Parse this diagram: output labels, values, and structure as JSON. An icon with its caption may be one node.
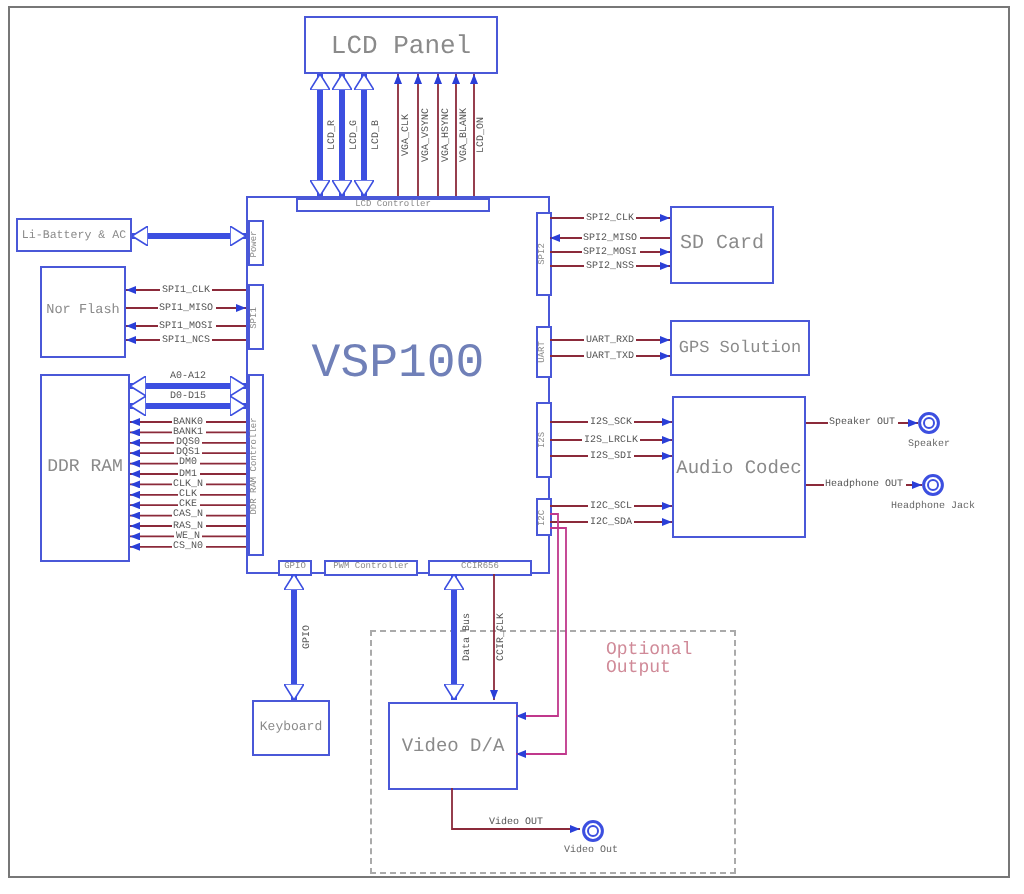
{
  "diagram": {
    "nodes": [
      {
        "text": [
          "LCD Panel"
        ]
      },
      {
        "text": [
          "VSP100"
        ]
      },
      {
        "text": [
          "LCD Controller"
        ],
        "in": 1
      },
      {
        "text": [
          "Power"
        ],
        "in": 1
      },
      {
        "text": [
          "SPI1"
        ],
        "in": 1
      },
      {
        "text": [
          "DDR RAM Controller"
        ],
        "in": 1
      },
      {
        "text": [
          "GPIO"
        ],
        "in": 1
      },
      {
        "text": [
          "PWM Controller"
        ],
        "in": 1
      },
      {
        "text": [
          "CCIR656"
        ],
        "in": 1
      },
      {
        "text": [
          "SPI2"
        ],
        "in": 1
      },
      {
        "text": [
          "UART"
        ],
        "in": 1
      },
      {
        "text": [
          "I2S"
        ],
        "in": 1
      },
      {
        "text": [
          "I2C"
        ],
        "in": 1
      },
      {
        "text": [
          "Li-Battery & AC"
        ]
      },
      {
        "text": [
          "Nor Flash"
        ]
      },
      {
        "text": [
          "DDR RAM"
        ]
      },
      {
        "text": [
          "SD Card"
        ]
      },
      {
        "text": [
          "GPS Solution"
        ]
      },
      {
        "text": [
          "Audio Codec"
        ]
      },
      {
        "text": [
          "Keyboard"
        ]
      },
      {
        "text": [
          "Optional Output"
        ]
      },
      {
        "text": [
          "Video D/A"
        ],
        "in": 20
      },
      {
        "text": [],
        "shape": "circle",
        "beside": [
          "Speaker"
        ]
      },
      {
        "text": [],
        "shape": "circle",
        "beside": [
          "Headphone Jack"
        ]
      },
      {
        "text": [],
        "shape": "circle",
        "beside": [
          "Video Out"
        ],
        "in": 20
      }
    ],
    "edges": [
      {
        "from": 2,
        "to": 0,
        "arrow": "both",
        "label": "LCD_R",
        "style": "thick",
        "color": "#3c4fe0"
      },
      {
        "from": 2,
        "to": 0,
        "arrow": "both",
        "label": "LCD_G",
        "style": "thick",
        "color": "#3c4fe0"
      },
      {
        "from": 2,
        "to": 0,
        "arrow": "both",
        "label": "LCD_B",
        "style": "thick",
        "color": "#3c4fe0"
      },
      {
        "from": 2,
        "to": 0,
        "arrow": "to",
        "label": "VGA_CLK"
      },
      {
        "from": 2,
        "to": 0,
        "arrow": "to",
        "label": "VGA_VSYNC"
      },
      {
        "from": 2,
        "to": 0,
        "arrow": "to",
        "label": "VGA_HSYNC"
      },
      {
        "from": 2,
        "to": 0,
        "arrow": "to",
        "label": "VGA_BLANK"
      },
      {
        "from": 2,
        "to": 0,
        "arrow": "to",
        "label": "LCD_ON"
      },
      {
        "from": 13,
        "to": 3,
        "arrow": "both",
        "style": "thick",
        "color": "#3c4fe0"
      },
      {
        "from": 4,
        "to": 14,
        "arrow": "to",
        "label": "SPI1_CLK"
      },
      {
        "from": 14,
        "to": 4,
        "arrow": "to",
        "label": "SPI1_MISO"
      },
      {
        "from": 4,
        "to": 14,
        "arrow": "to",
        "label": "SPI1_MOSI"
      },
      {
        "from": 4,
        "to": 14,
        "arrow": "to",
        "label": "SPI1_NCS"
      },
      {
        "from": 5,
        "to": 15,
        "arrow": "both",
        "label": "A0-A12",
        "style": "thick",
        "color": "#3c4fe0"
      },
      {
        "from": 5,
        "to": 15,
        "arrow": "both",
        "label": "D0-D15",
        "style": "thick",
        "color": "#3c4fe0"
      },
      {
        "from": 5,
        "to": 15,
        "arrow": "to",
        "label": "BANK0"
      },
      {
        "from": 5,
        "to": 15,
        "arrow": "to",
        "label": "BANK1"
      },
      {
        "from": 5,
        "to": 15,
        "arrow": "to",
        "label": "DQS0"
      },
      {
        "from": 5,
        "to": 15,
        "arrow": "to",
        "label": "DQS1"
      },
      {
        "from": 5,
        "to": 15,
        "arrow": "to",
        "label": "DM0"
      },
      {
        "from": 5,
        "to": 15,
        "arrow": "to",
        "label": "DM1"
      },
      {
        "from": 5,
        "to": 15,
        "arrow": "to",
        "label": "CLK_N"
      },
      {
        "from": 5,
        "to": 15,
        "arrow": "to",
        "label": "CLK"
      },
      {
        "from": 5,
        "to": 15,
        "arrow": "to",
        "label": "CKE"
      },
      {
        "from": 5,
        "to": 15,
        "arrow": "to",
        "label": "CAS_N"
      },
      {
        "from": 5,
        "to": 15,
        "arrow": "to",
        "label": "RAS_N"
      },
      {
        "from": 5,
        "to": 15,
        "arrow": "to",
        "label": "WE_N"
      },
      {
        "from": 5,
        "to": 15,
        "arrow": "to",
        "label": "CS_N0"
      },
      {
        "from": 9,
        "to": 16,
        "arrow": "to",
        "label": "SPI2_CLK"
      },
      {
        "from": 16,
        "to": 9,
        "arrow": "to",
        "label": "SPI2_MISO"
      },
      {
        "from": 9,
        "to": 16,
        "arrow": "to",
        "label": "SPI2_MOSI"
      },
      {
        "from": 9,
        "to": 16,
        "arrow": "to",
        "label": "SPI2_NSS"
      },
      {
        "from": 10,
        "to": 17,
        "arrow": "to",
        "label": "UART_RXD"
      },
      {
        "from": 10,
        "to": 17,
        "arrow": "to",
        "label": "UART_TXD"
      },
      {
        "from": 11,
        "to": 18,
        "arrow": "to",
        "label": "I2S_SCK"
      },
      {
        "from": 11,
        "to": 18,
        "arrow": "to",
        "label": "I2S_LRCLK"
      },
      {
        "from": 11,
        "to": 18,
        "arrow": "to",
        "label": "I2S_SDI"
      },
      {
        "from": 12,
        "to": 18,
        "arrow": "to",
        "label": "I2C_SCL"
      },
      {
        "from": 12,
        "to": 18,
        "arrow": "to",
        "label": "I2C_SDA"
      },
      {
        "from": 18,
        "to": 22,
        "arrow": "to",
        "label": "Speaker OUT"
      },
      {
        "from": 18,
        "to": 23,
        "arrow": "to",
        "label": "Headphone OUT"
      },
      {
        "from": 6,
        "to": 19,
        "arrow": "both",
        "label": "GPIO",
        "style": "thick",
        "color": "#3c4fe0"
      },
      {
        "from": 8,
        "to": 21,
        "arrow": "both",
        "label": "Data Bus",
        "style": "thick",
        "color": "#3c4fe0"
      },
      {
        "from": 8,
        "to": 21,
        "arrow": "to",
        "label": "CCIR_CLK"
      },
      {
        "from": 12,
        "to": 21,
        "arrow": "to",
        "color": "#c0388c"
      },
      {
        "from": 12,
        "to": 21,
        "arrow": "to",
        "color": "#c0388c"
      },
      {
        "from": 21,
        "to": 24,
        "arrow": "to",
        "label": "Video OUT"
      }
    ]
  }
}
